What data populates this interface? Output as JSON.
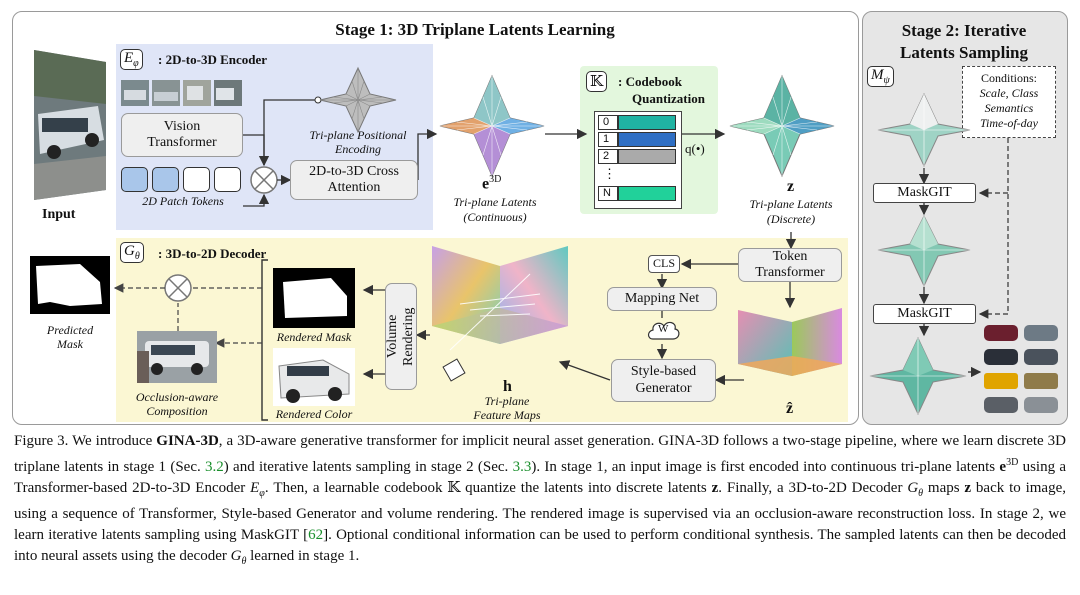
{
  "stage1": {
    "title": "Stage 1: 3D Triplane Latents Learning",
    "input_label": "Input",
    "encoder": {
      "symbol": "E",
      "sub": "φ",
      "label": ": 2D-to-3D Encoder"
    },
    "vision_transformer": "Vision Transformer",
    "patch_tokens": "2D Patch Tokens",
    "positional_encoding": "Tri-plane Positional Encoding",
    "cross_attention": "2D-to-3D Cross Attention",
    "e3d": {
      "symbol": "e",
      "sup": "3D",
      "line1": "Tri-plane Latents",
      "line2": "(Continuous)"
    },
    "codebook": {
      "symbol": "𝕂",
      "line1": ": Codebook",
      "line2": "Quantization",
      "rows": [
        "0",
        "1",
        "2",
        "⋮",
        "N"
      ],
      "op": "q(•)"
    },
    "z": {
      "symbol": "z",
      "line1": "Tri-plane Latents",
      "line2": "(Discrete)"
    },
    "decoder": {
      "symbol": "G",
      "sub": "θ",
      "label": ": 3D-to-2D Decoder"
    },
    "predicted_mask": "Predicted Mask",
    "occlusion": "Occlusion-aware Composition",
    "rendered_mask": "Rendered Mask",
    "rendered_color": "Rendered Color",
    "volume_rendering": "Volume Rendering",
    "h": {
      "symbol": "h",
      "line1": "Tri-plane",
      "line2": "Feature Maps"
    },
    "cls": "CLS",
    "mapping_net": "Mapping Net",
    "w": "W",
    "style_generator": "Style-based Generator",
    "token_transformer": "Token Transformer",
    "zhat": "ẑ"
  },
  "stage2": {
    "title": "Stage 2: Iterative Latents Sampling",
    "model": {
      "symbol": "M",
      "sub": "ψ"
    },
    "conditions_title": "Conditions:",
    "conditions": [
      "Scale, Class",
      "Semantics",
      "Time-of-day"
    ],
    "maskgit": "MaskGIT"
  },
  "caption": {
    "s1": "Figure 3. We introduce ",
    "s1b": "GINA-3D",
    "s2": ", a 3D-aware generative transformer for implicit neural asset generation. GINA-3D follows a two-stage pipeline, where we learn discrete 3D triplane latents in stage 1 (Sec. ",
    "r1": "3.2",
    "s3": ") and iterative latents sampling in stage 2 (Sec. ",
    "r2": "3.3",
    "s4": "). In stage 1, an input image is first encoded into continuous tri-plane latents ",
    "s5": " using a Transformer-based 2D-to-3D Encoder ",
    "s6": ". Then, a learnable codebook 𝕂 quantize the latents into discrete latents ",
    "s7": ". Finally, a 3D-to-2D Decoder ",
    "s8": " maps ",
    "s9": " back to image, using a sequence of Transformer, Style-based Generator and volume rendering. The rendered image is supervised via an occlusion-aware reconstruction loss. In stage 2, we learn iterative latents sampling using MaskGIT [",
    "r3": "62",
    "s10": "]. Optional conditional information can be used to perform conditional synthesis. The sampled latents can then be decoded into neural assets using the decoder ",
    "s11": " learned in stage 1."
  },
  "colors": {
    "encoder_bg": "#dfe5f7",
    "decoder_bg": "#fbf7d3",
    "codebook_bg": "#e3f7dd",
    "token_fill": "#a9c6ea",
    "teal": "#20b3a3",
    "blue": "#2f6fc4",
    "gray": "#aaaaaa",
    "green": "#21d19a"
  }
}
